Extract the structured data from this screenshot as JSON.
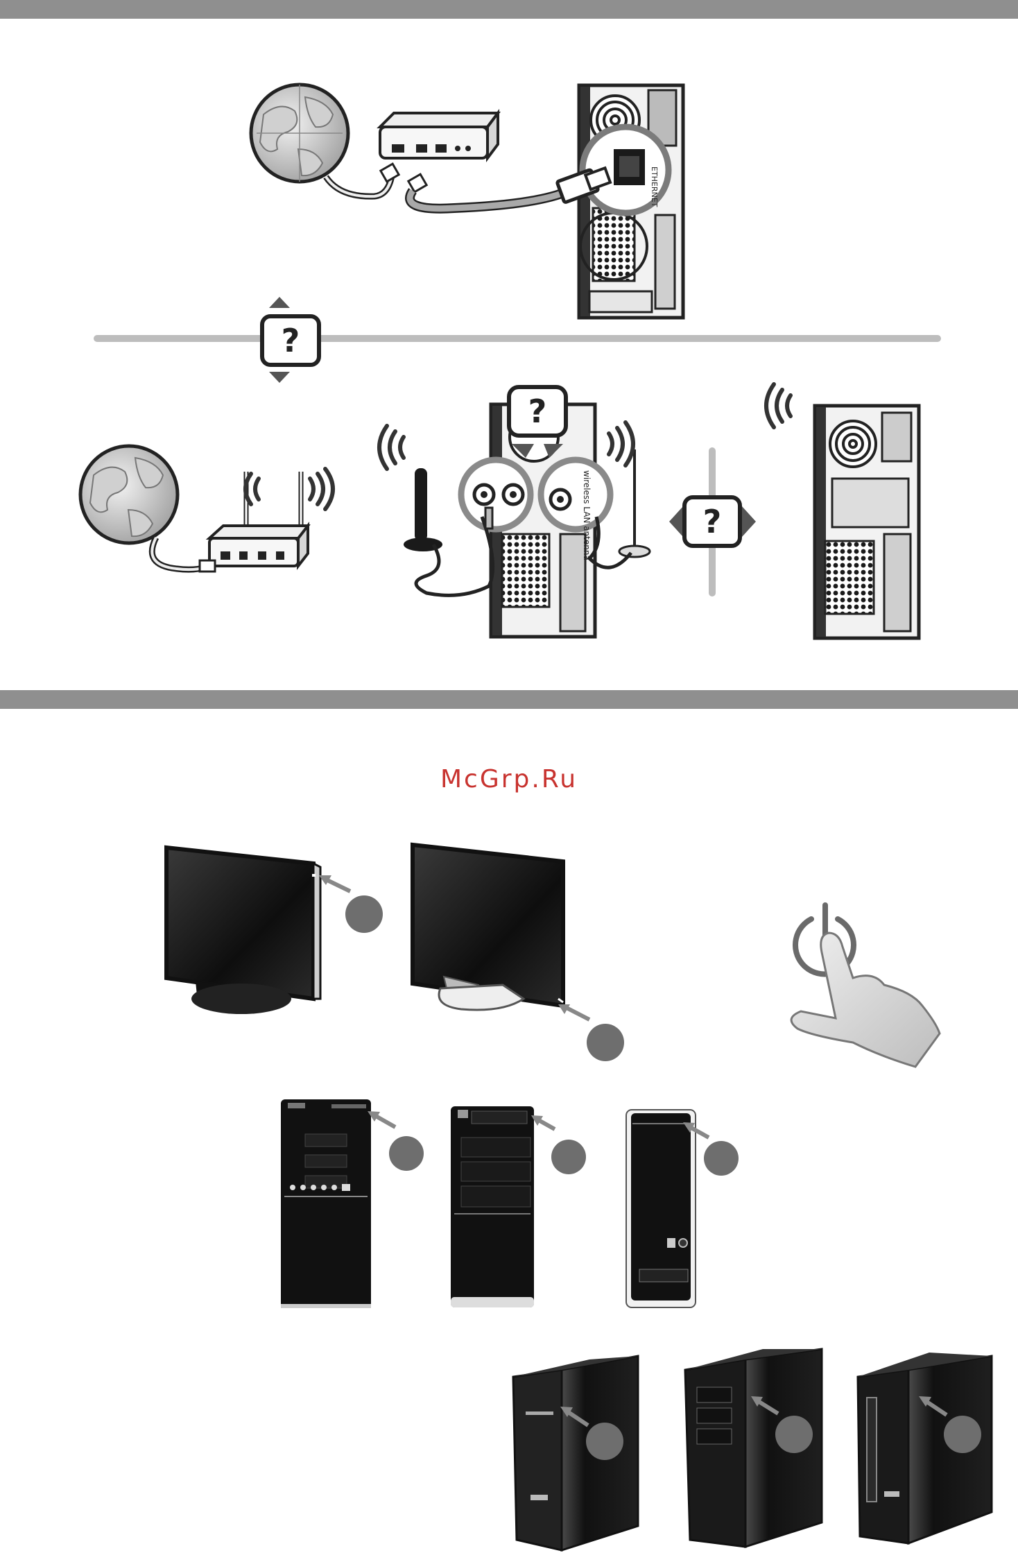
{
  "watermark": "McGrp.Ru",
  "labels": {
    "ethernet": "ETHERNET",
    "antenna": "wireless LAN antenna",
    "question": "?"
  },
  "colors": {
    "band": "#8f8f8f",
    "watermark": "#c8332f",
    "step_circle": "#6e6e6e",
    "device_black": "#1a1a1a",
    "device_gray": "#d9d9d9"
  },
  "sections": [
    {
      "name": "network-setup",
      "panels": [
        "wired-connection",
        "wireless-connection"
      ]
    },
    {
      "name": "power-on",
      "panels": [
        "monitors",
        "tower-computers-front",
        "tower-computers-angled",
        "power-button-press"
      ]
    }
  ]
}
